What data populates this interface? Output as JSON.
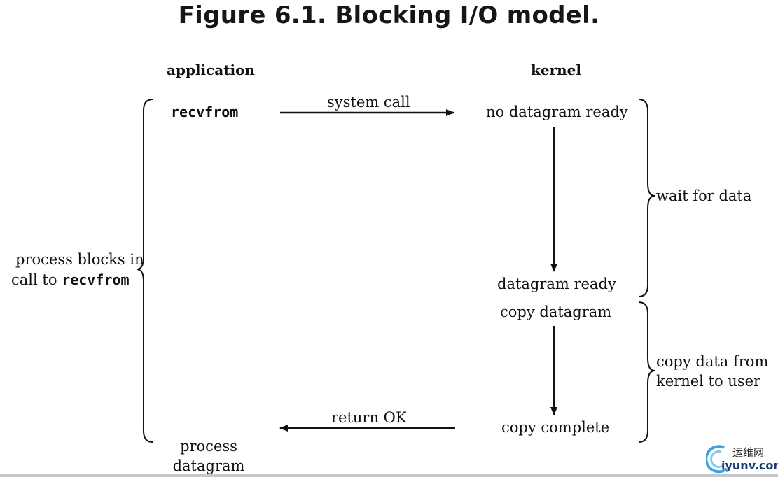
{
  "figure": {
    "title": "Figure 6.1. Blocking I/O model.",
    "columns": {
      "application": "application",
      "kernel": "kernel"
    },
    "app_call": "recvfrom",
    "arrows": {
      "system_call": "system call",
      "return_ok": "return OK"
    },
    "kernel_steps": {
      "no_datagram": "no datagram ready",
      "datagram_ready": "datagram ready",
      "copy_datagram": "copy datagram",
      "copy_complete": "copy complete"
    },
    "phases": {
      "wait": "wait for data",
      "copy_line1": "copy data from",
      "copy_line2": "kernel to user"
    },
    "blocks": {
      "line1": "process blocks in",
      "line2_prefix": "call to ",
      "line2_code": "recvfrom"
    },
    "process": {
      "line1": "process",
      "line2": "datagram"
    }
  },
  "watermark": {
    "cn": "运维网",
    "en": "iyunv.com"
  }
}
